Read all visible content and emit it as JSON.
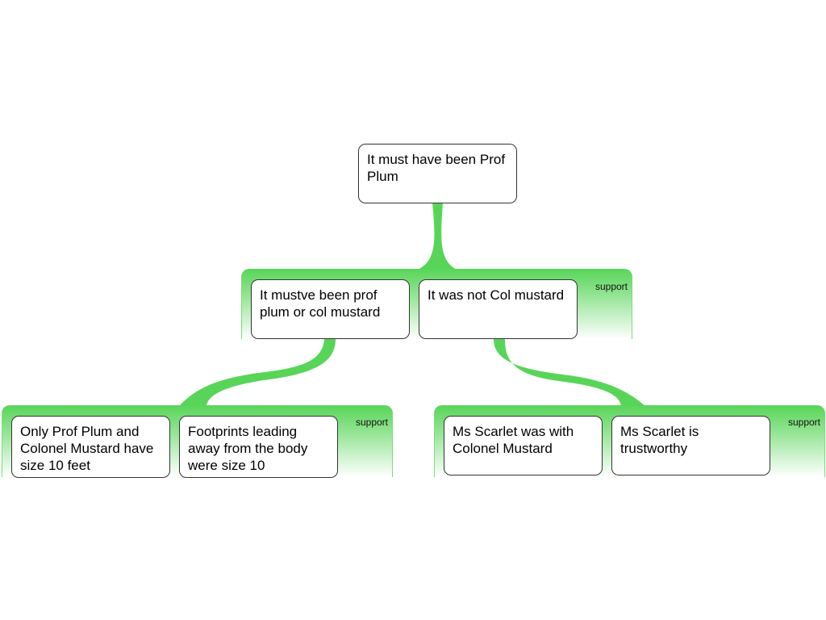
{
  "root": {
    "text": "It must have been Prof Plum"
  },
  "groups": [
    {
      "label": "support",
      "premises": [
        {
          "text": "It mustve been prof plum or col mustard"
        },
        {
          "text": "It was not Col mustard"
        }
      ]
    },
    {
      "label": "support",
      "premises": [
        {
          "text": "Only Prof Plum and Colonel Mustard have size 10 feet"
        },
        {
          "text": "Footprints leading away from the body were size 10"
        }
      ]
    },
    {
      "label": "support",
      "premises": [
        {
          "text": "Ms Scarlet was with Colonel Mustard"
        },
        {
          "text": "Ms Scarlet is trustworthy"
        }
      ]
    }
  ],
  "colors": {
    "support": "#58d558"
  }
}
